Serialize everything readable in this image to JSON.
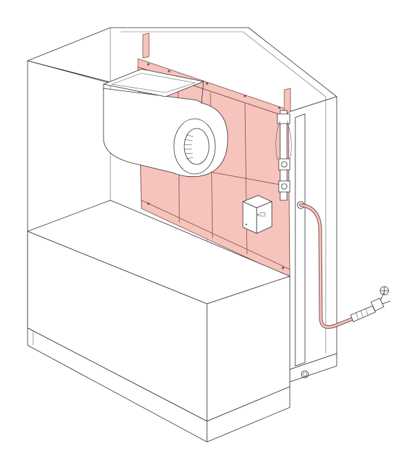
{
  "colors": {
    "background": "#ffffff",
    "outline": "#2a2a2a",
    "highlight_fill": "#f6c3bd",
    "highlight_stroke": "#7a4a45",
    "housing_fill": "#ffffff"
  },
  "components": {
    "cabinet": "cabinet-housing",
    "blower": "blower-fan",
    "panel": "highlighted-heat-exchanger-panel",
    "control_box": "control-box",
    "pipe": "gas-supply-pipe",
    "valve": "shutoff-valve"
  }
}
